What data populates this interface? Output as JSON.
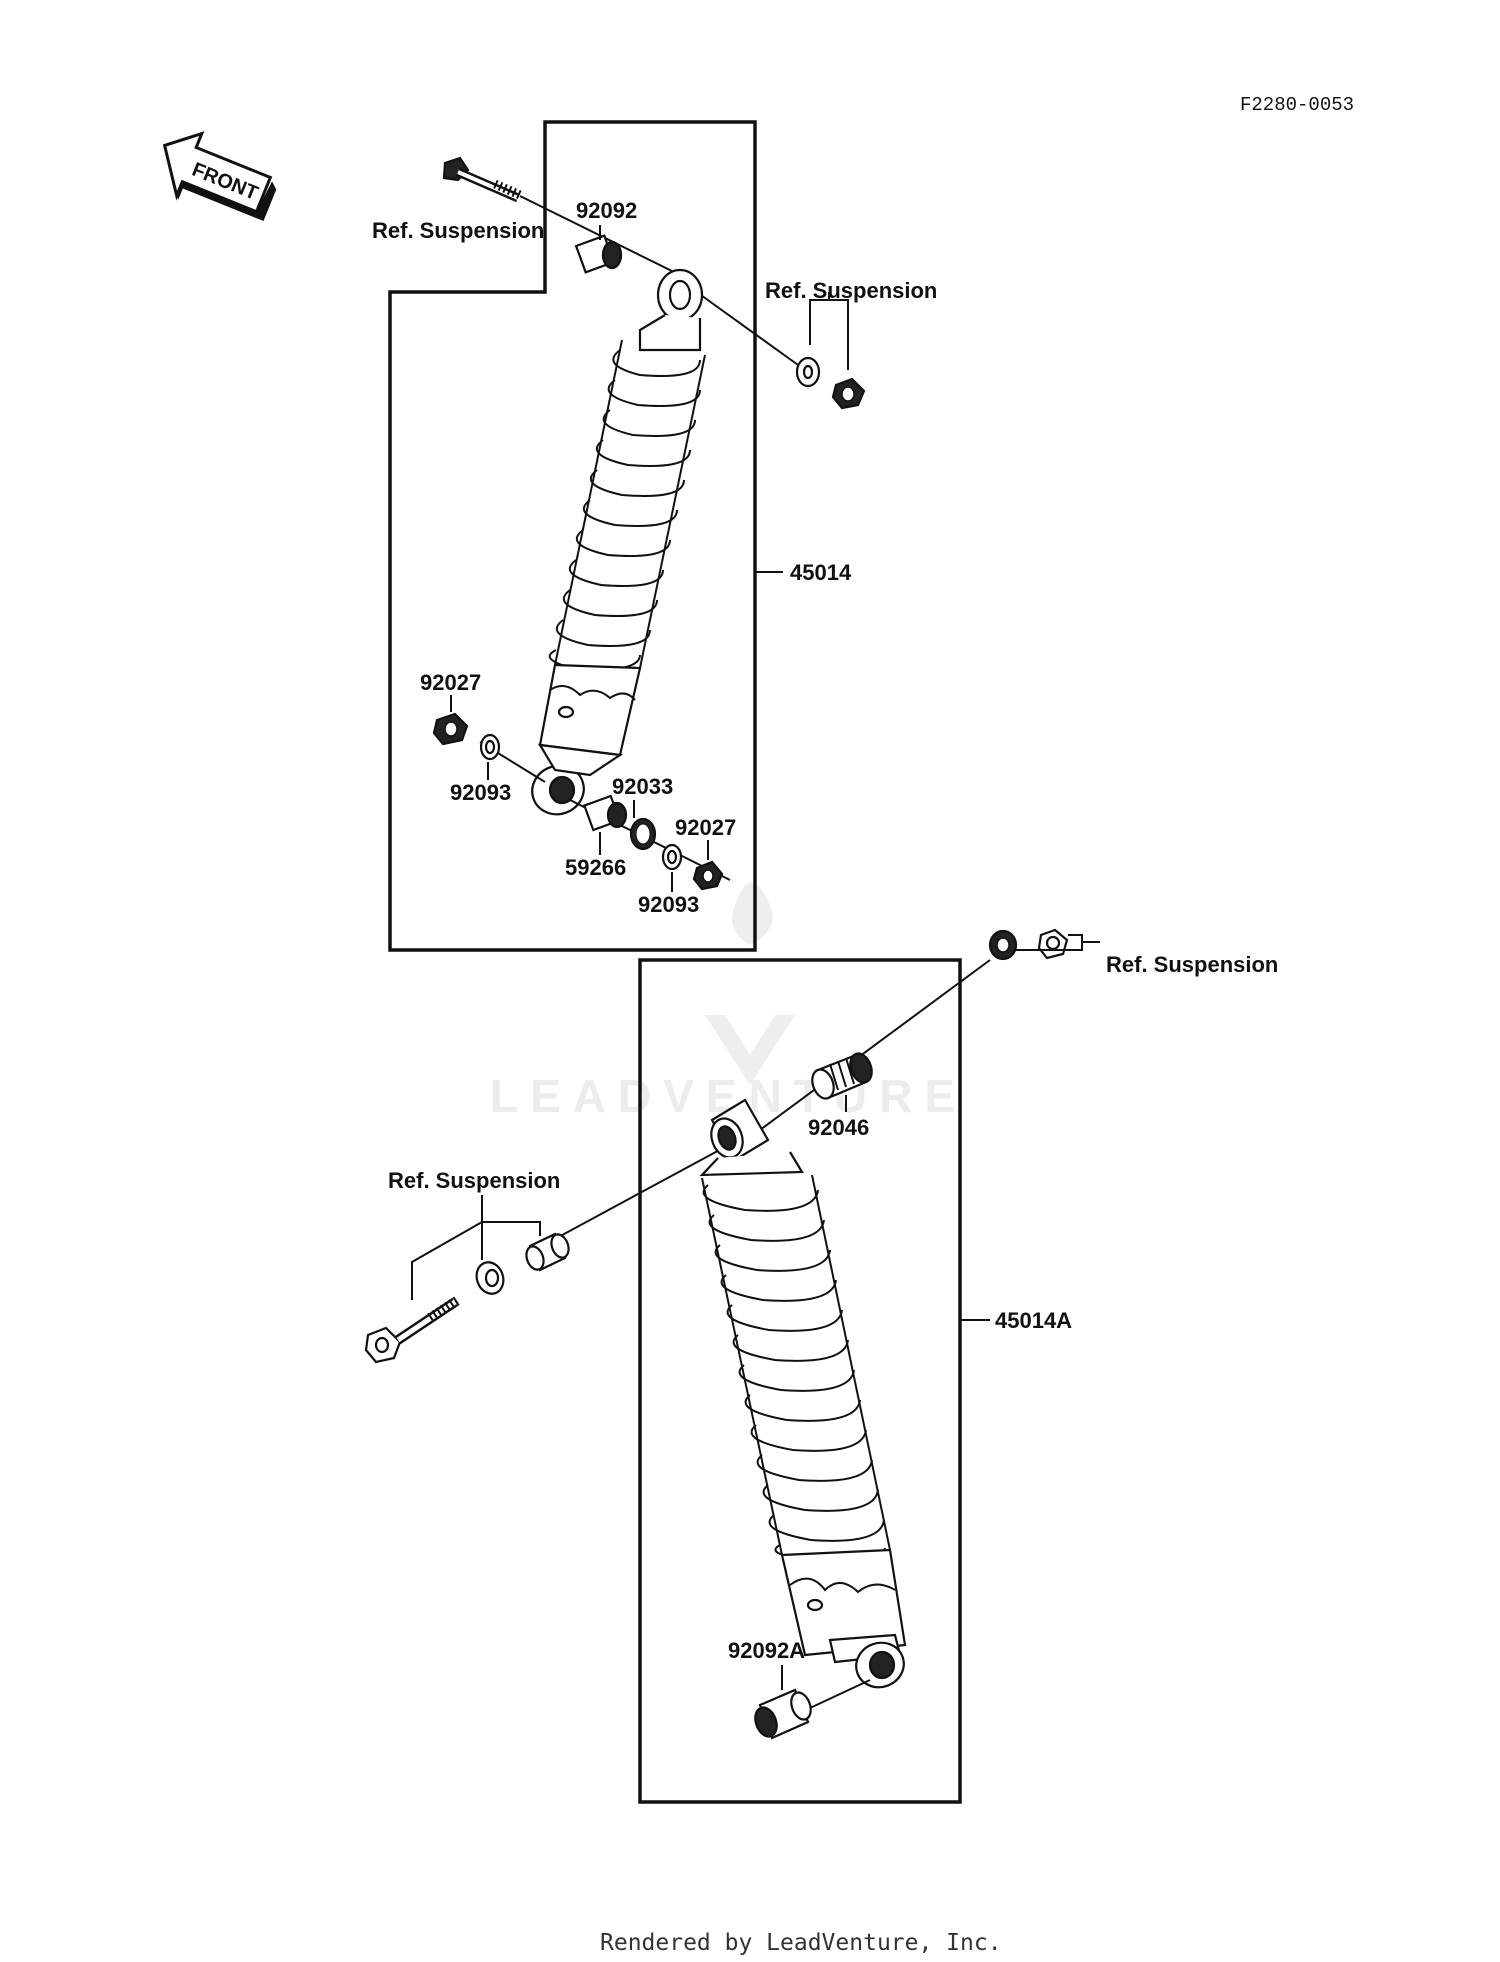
{
  "drawing_code": "F2280-0053",
  "front_label": "FRONT",
  "watermark_text": "LEADVENTURE",
  "footer_text": "Rendered by LeadVenture, Inc.",
  "labels": {
    "ref_suspension_top_left": "Ref. Suspension",
    "ref_suspension_top_right": "Ref. Suspension",
    "ref_suspension_mid_right": "Ref. Suspension",
    "ref_suspension_bottom_left": "Ref. Suspension",
    "p92092": "92092",
    "p45014": "45014",
    "p92027_left": "92027",
    "p92093_left": "92093",
    "p92033": "92033",
    "p92027_right": "92027",
    "p59266": "59266",
    "p92093_right": "92093",
    "p92046": "92046",
    "p45014A": "45014A",
    "p92092A": "92092A"
  },
  "colors": {
    "ink": "#111111",
    "watermark": "#ececec"
  }
}
